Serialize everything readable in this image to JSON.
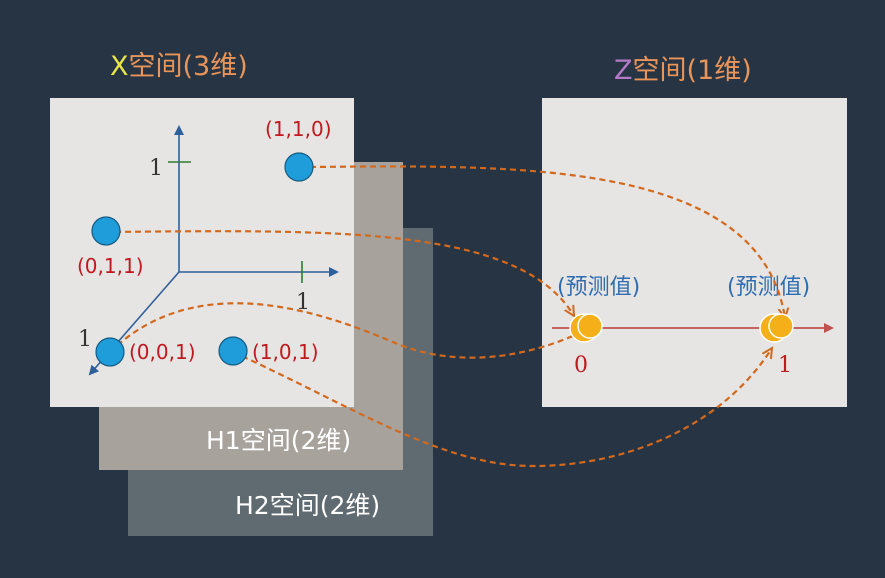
{
  "x_space": {
    "letter": "X",
    "rest": "空间(3维)"
  },
  "z_space": {
    "letter": "Z",
    "rest": "空间(1维)"
  },
  "h1_label": "H1空间(2维)",
  "h2_label": "H2空间(2维)",
  "axes": {
    "y_tick": "1",
    "x_tick": "1",
    "z_tick": "1"
  },
  "points": {
    "p110": "(1,1,0)",
    "p011": "(0,1,1)",
    "p001": "(0,0,1)",
    "p101": "(1,0,1)"
  },
  "z_line": {
    "pred_left": "(预测值)",
    "pred_right": "(预测值)",
    "tick0": "0",
    "tick1": "1"
  },
  "colors": {
    "background": "#263443",
    "point": "#1f9ddb",
    "point_label": "#c0191f",
    "axis": "#2f5f9a",
    "tick_mark": "#2e7d32",
    "predict_label": "#2f6cb0",
    "z_axis": "#c0504d",
    "z_point": "#f5b019",
    "arrow": "#d2691e"
  }
}
